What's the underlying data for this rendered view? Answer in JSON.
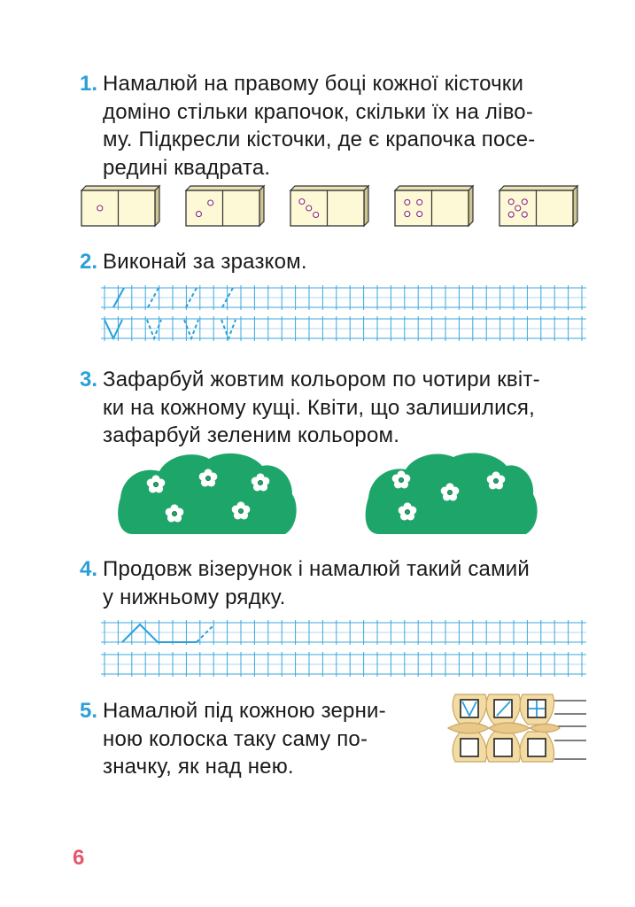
{
  "tasks": [
    {
      "number": "1.",
      "lines": [
        "Намалюй на правому боці кожної кісточки",
        "доміно стільки крапочок, скільки їх на ліво-",
        "му. Підкресли кісточки, де є крапочка посе-",
        "редині квадрата."
      ],
      "dominoes": [
        1,
        2,
        3,
        4,
        5
      ]
    },
    {
      "number": "2.",
      "lines": [
        "Виконай за зразком."
      ]
    },
    {
      "number": "3.",
      "lines": [
        "Зафарбуй жовтим кольором по чотири квіт-",
        "ки на кожному кущі. Квіти, що залишилися,",
        "зафарбуй зеленим кольором."
      ]
    },
    {
      "number": "4.",
      "lines": [
        "Продовж візерунок і намалюй такий самий",
        "у нижньому рядку."
      ]
    },
    {
      "number": "5.",
      "lines": [
        "Намалюй під кожною зерни-",
        "ною колоска таку саму по-",
        "значку, як над нею."
      ]
    }
  ],
  "page_number": "6",
  "colors": {
    "accent": "#2a9fd8",
    "page_number": "#e5566e",
    "bush": "#1ea66a",
    "domino": "#fdf8d6",
    "spikelet": "#f3dca4",
    "grid": "#3aa7de"
  }
}
